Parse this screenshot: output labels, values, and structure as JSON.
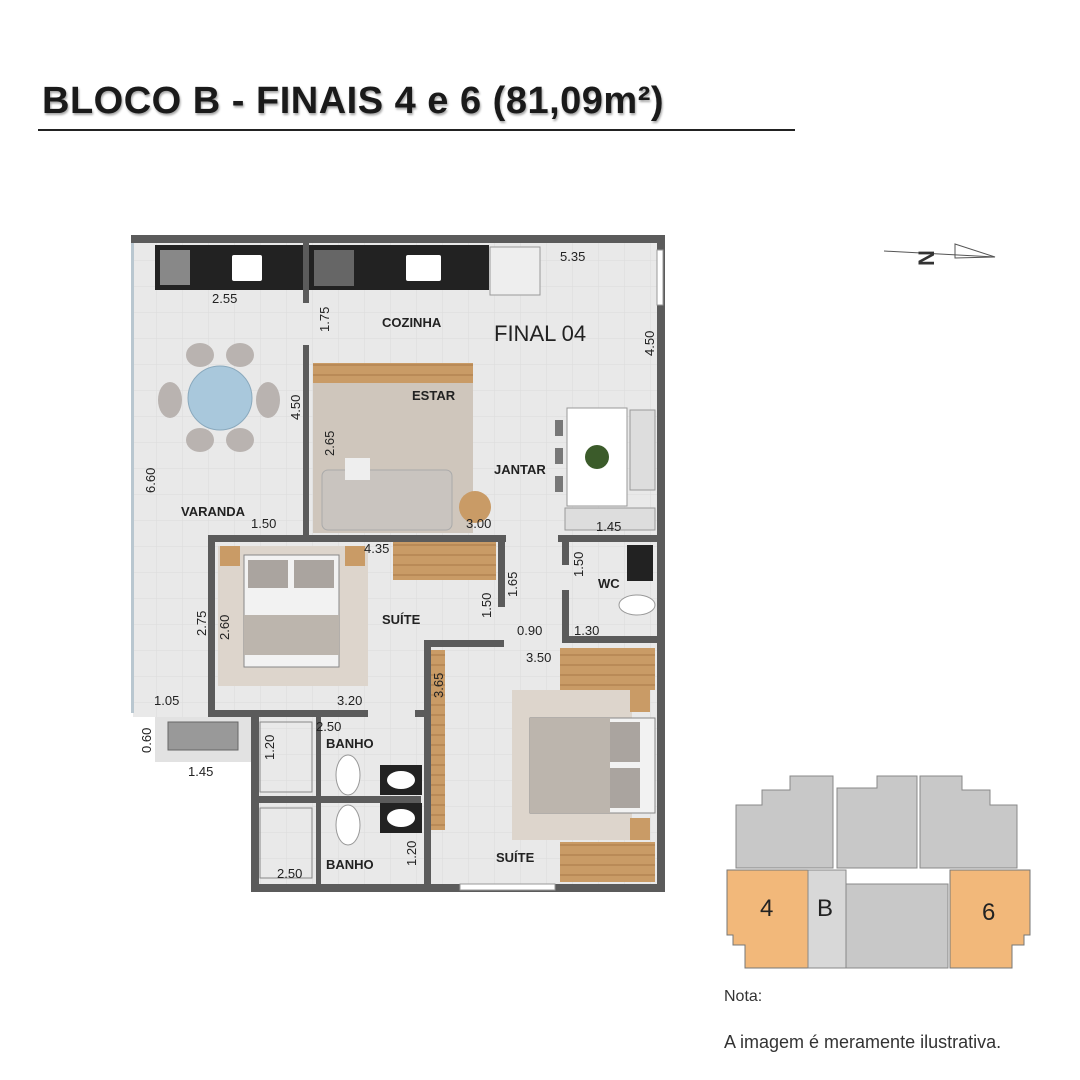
{
  "title": "BLOCO B - FINAIS 4 e 6 (81,09m²)",
  "plan_label": "FINAL 04",
  "rooms": {
    "cozinha": "COZINHA",
    "estar": "ESTAR",
    "jantar": "JANTAR",
    "varanda": "VARANDA",
    "suite1": "SUÍTE",
    "suite2": "SUÍTE",
    "wc": "WC",
    "banho1": "BANHO",
    "banho2": "BANHO"
  },
  "dims": {
    "d535": "5.35",
    "d255": "2.55",
    "d175": "1.75",
    "d450a": "4.50",
    "d450b": "4.50",
    "d265": "2.65",
    "d660": "6.60",
    "d150a": "1.50",
    "d300": "3.00",
    "d145a": "1.45",
    "d435": "4.35",
    "d165": "1.65",
    "d150b": "1.50",
    "d150c": "1.50",
    "d275": "2.75",
    "d260": "2.60",
    "d090": "0.90",
    "d130": "1.30",
    "d350": "3.50",
    "d365": "3.65",
    "d105": "1.05",
    "d320": "3.20",
    "d060": "0.60",
    "d145b": "1.45",
    "d250a": "2.50",
    "d120a": "1.20",
    "d120b": "1.20",
    "d250b": "2.50"
  },
  "north_label": "N",
  "key_plan": {
    "unit_a": "4",
    "block": "B",
    "unit_b": "6",
    "highlight_color": "#f2b87a"
  },
  "note": {
    "title": "Nota:",
    "text": "A imagem é meramente ilustrativa."
  }
}
